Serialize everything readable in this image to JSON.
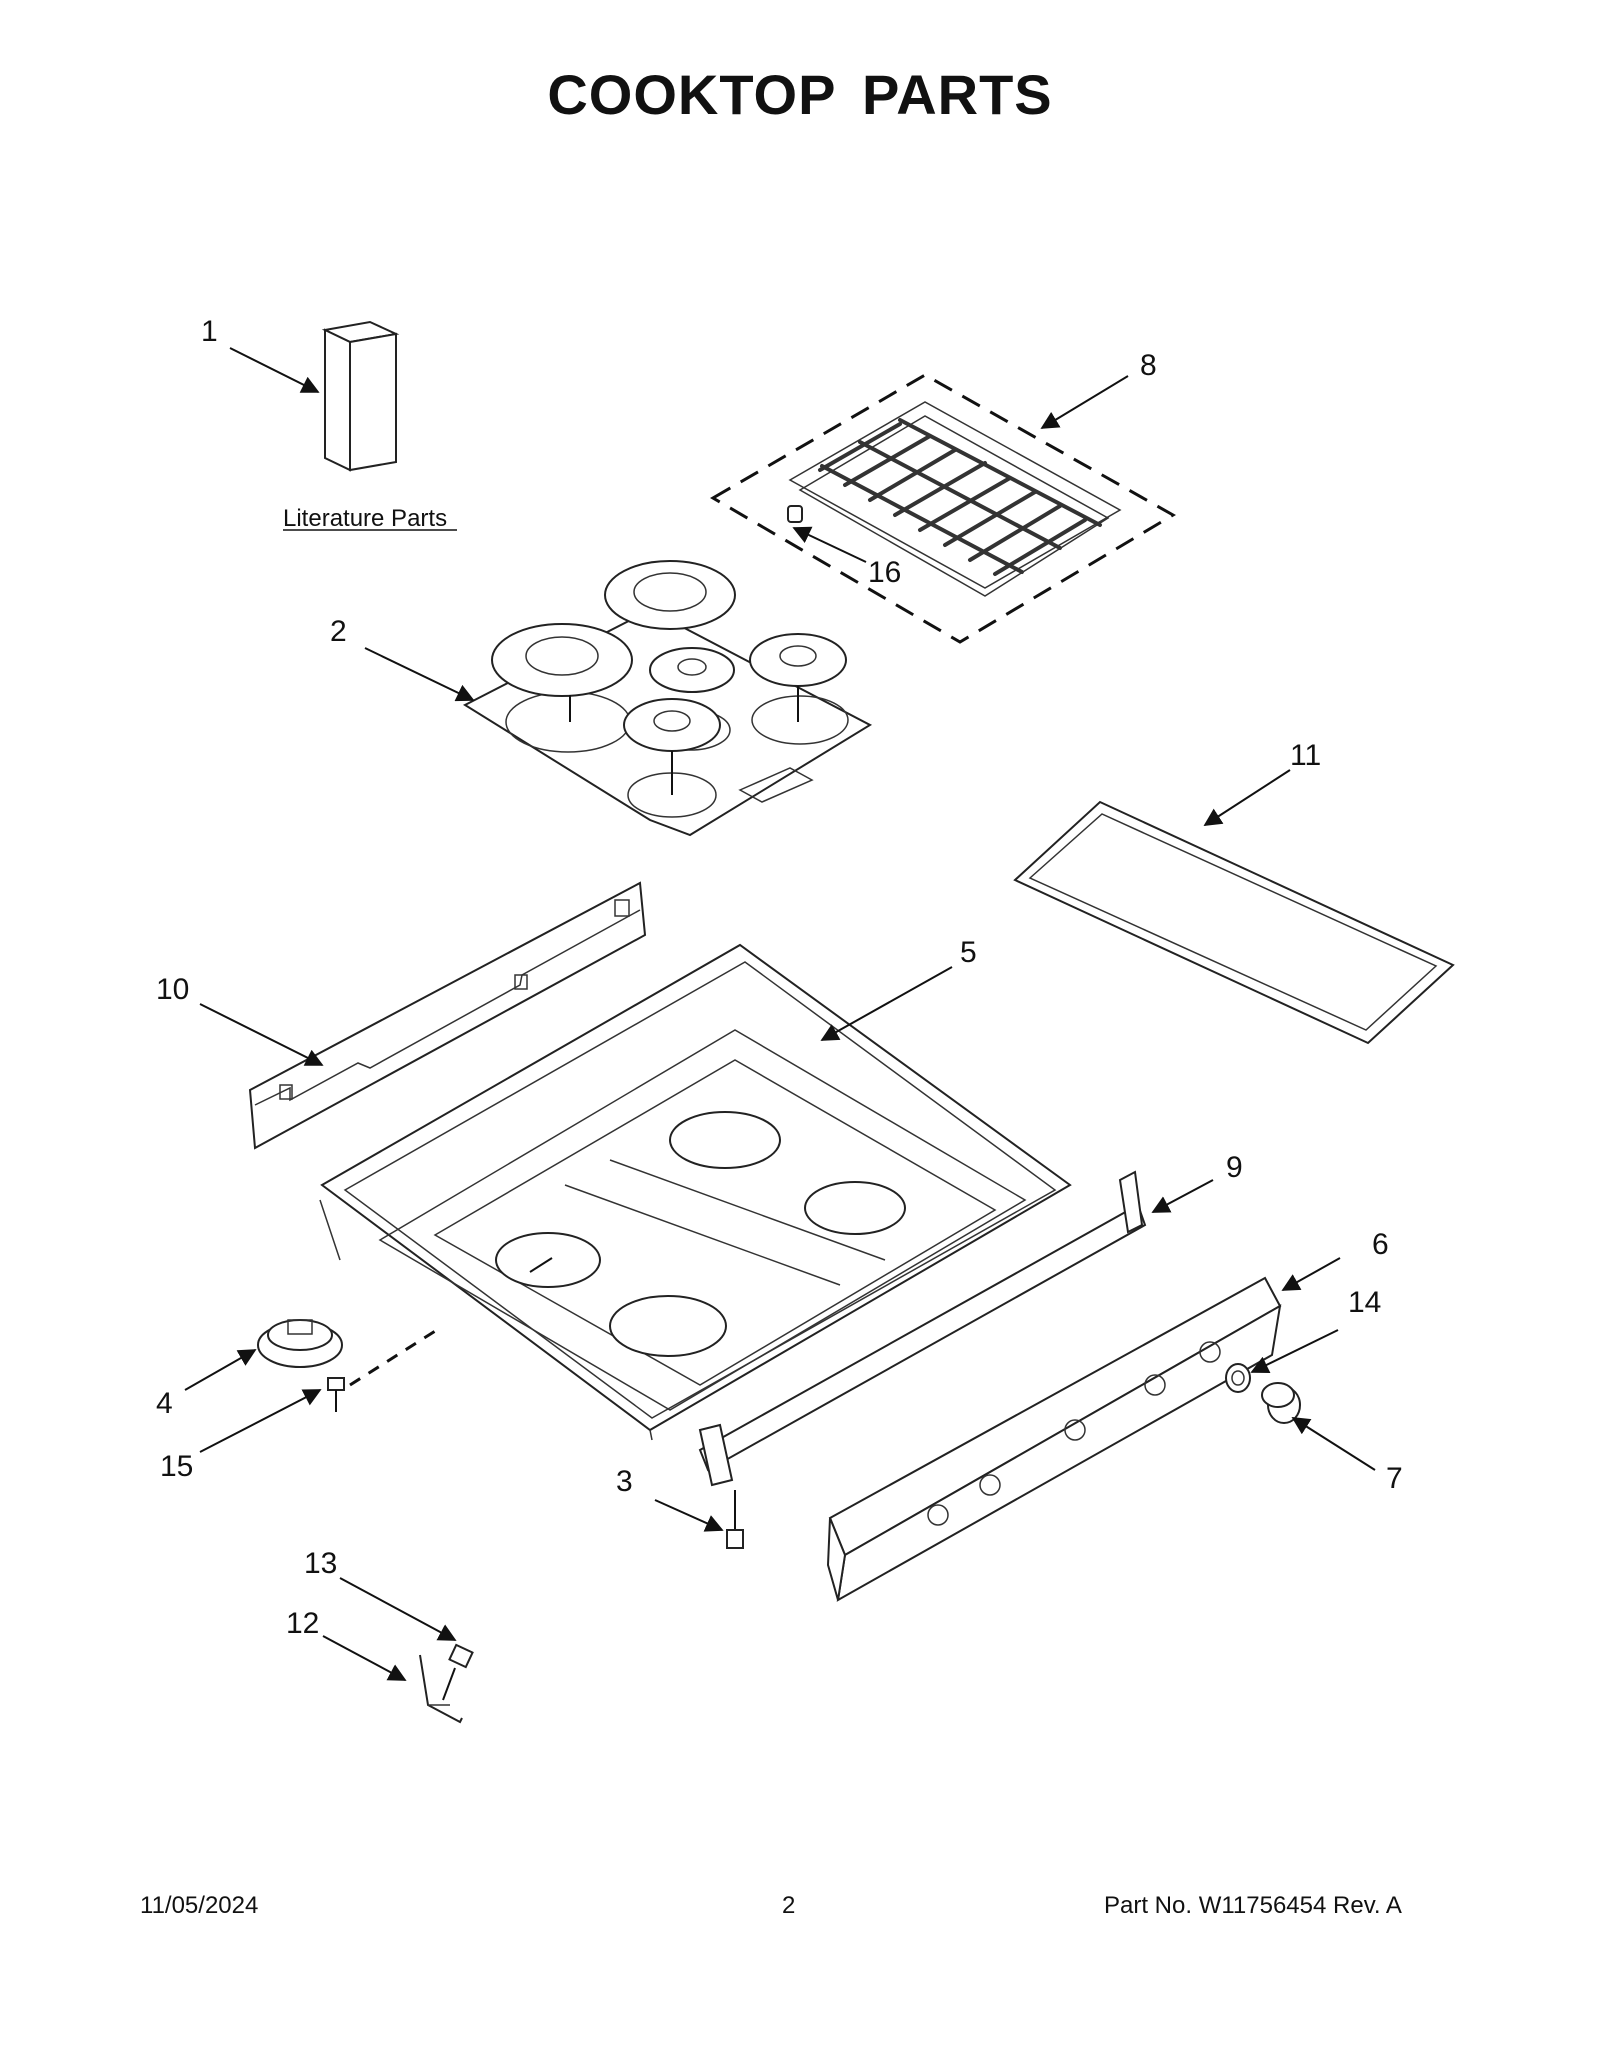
{
  "page": {
    "title": "COOKTOP  PARTS",
    "footer_date": "11/05/2024",
    "footer_page": "2",
    "footer_part": "Part No.  W11756454  Rev.  A"
  },
  "literature_label": "Literature Parts",
  "callouts": {
    "c1": "1",
    "c2": "2",
    "c3": "3",
    "c4": "4",
    "c5": "5",
    "c6": "6",
    "c7": "7",
    "c8": "8",
    "c9": "9",
    "c10": "10",
    "c11": "11",
    "c12": "12",
    "c13": "13",
    "c14": "14",
    "c15": "15",
    "c16": "16"
  }
}
